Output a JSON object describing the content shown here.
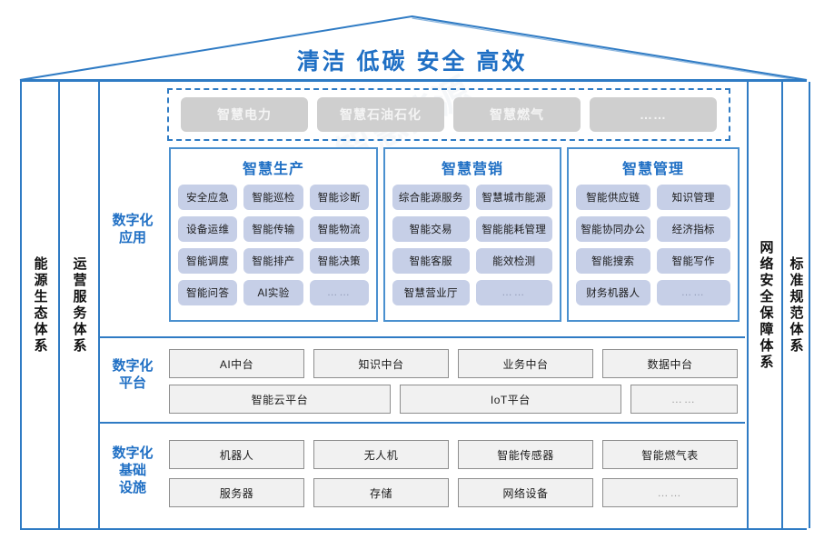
{
  "roof": {
    "title": "清洁 低碳 安全 高效",
    "accent_color": "#1f6fc4"
  },
  "pillars": {
    "left": [
      {
        "label": "能源生态体系"
      },
      {
        "label": "运营服务体系"
      }
    ],
    "right": [
      {
        "label": "网络安全保障体系"
      },
      {
        "label": "标准规范体系"
      }
    ]
  },
  "industries": {
    "items": [
      {
        "label": "智慧电力"
      },
      {
        "label": "智慧石油石化"
      },
      {
        "label": "智慧燃气"
      },
      {
        "label": "……"
      }
    ],
    "box_color": "#cfcfcf",
    "text_color": "#f4f4f4"
  },
  "layers": {
    "application": {
      "label_line1": "数字化",
      "label_line2": "应用",
      "groups": [
        {
          "title": "智慧生产",
          "columns": 3,
          "tiles": [
            "安全应急",
            "智能巡检",
            "智能诊断",
            "设备运维",
            "智能传输",
            "智能物流",
            "智能调度",
            "智能排产",
            "智能决策",
            "智能问答",
            "AI实验",
            "……"
          ]
        },
        {
          "title": "智慧营销",
          "columns": 2,
          "tiles": [
            "综合能源服务",
            "智慧城市能源",
            "智能交易",
            "智能能耗管理",
            "智能客服",
            "能效检测",
            "智慧营业厅",
            "……"
          ]
        },
        {
          "title": "智慧管理",
          "columns": 2,
          "tiles": [
            "智能供应链",
            "知识管理",
            "智能协同办公",
            "经济指标",
            "智能搜索",
            "智能写作",
            "财务机器人",
            "……"
          ]
        }
      ]
    },
    "platform": {
      "label_line1": "数字化",
      "label_line2": "平台",
      "row1": [
        "AI中台",
        "知识中台",
        "业务中台",
        "数据中台"
      ],
      "row2": [
        "智能云平台",
        "IoT平台",
        "……"
      ]
    },
    "infrastructure": {
      "label_line1": "数字化",
      "label_line2": "基础",
      "label_line3": "设施",
      "row1": [
        "机器人",
        "无人机",
        "智能传感器",
        "智能燃气表"
      ],
      "row2": [
        "服务器",
        "存储",
        "网络设备",
        "……"
      ]
    }
  },
  "colors": {
    "frame": "#2f7bc4",
    "group_border": "#4a90cf",
    "tile_fill": "#c6cfe7",
    "gray_fill": "#f1f1f1",
    "gray_border": "#8e8e8e"
  }
}
